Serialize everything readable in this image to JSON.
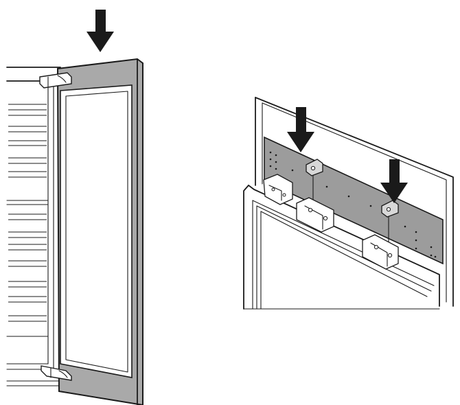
{
  "illustration": {
    "kind": "installation-instruction-line-drawing",
    "step_left": "door-on-cabinet-hinges",
    "step_right": "door-mounting-bracket-on-hinge-pins",
    "arrow_icon": "push-down-arrow-icon"
  },
  "colors": {
    "line": "#1a1a1a",
    "door_gray": "#a9a9a9",
    "bracket_gray": "#9c9c9c",
    "background": "#ffffff"
  },
  "counts": {
    "left_arrows": 1,
    "right_arrows": 2
  }
}
